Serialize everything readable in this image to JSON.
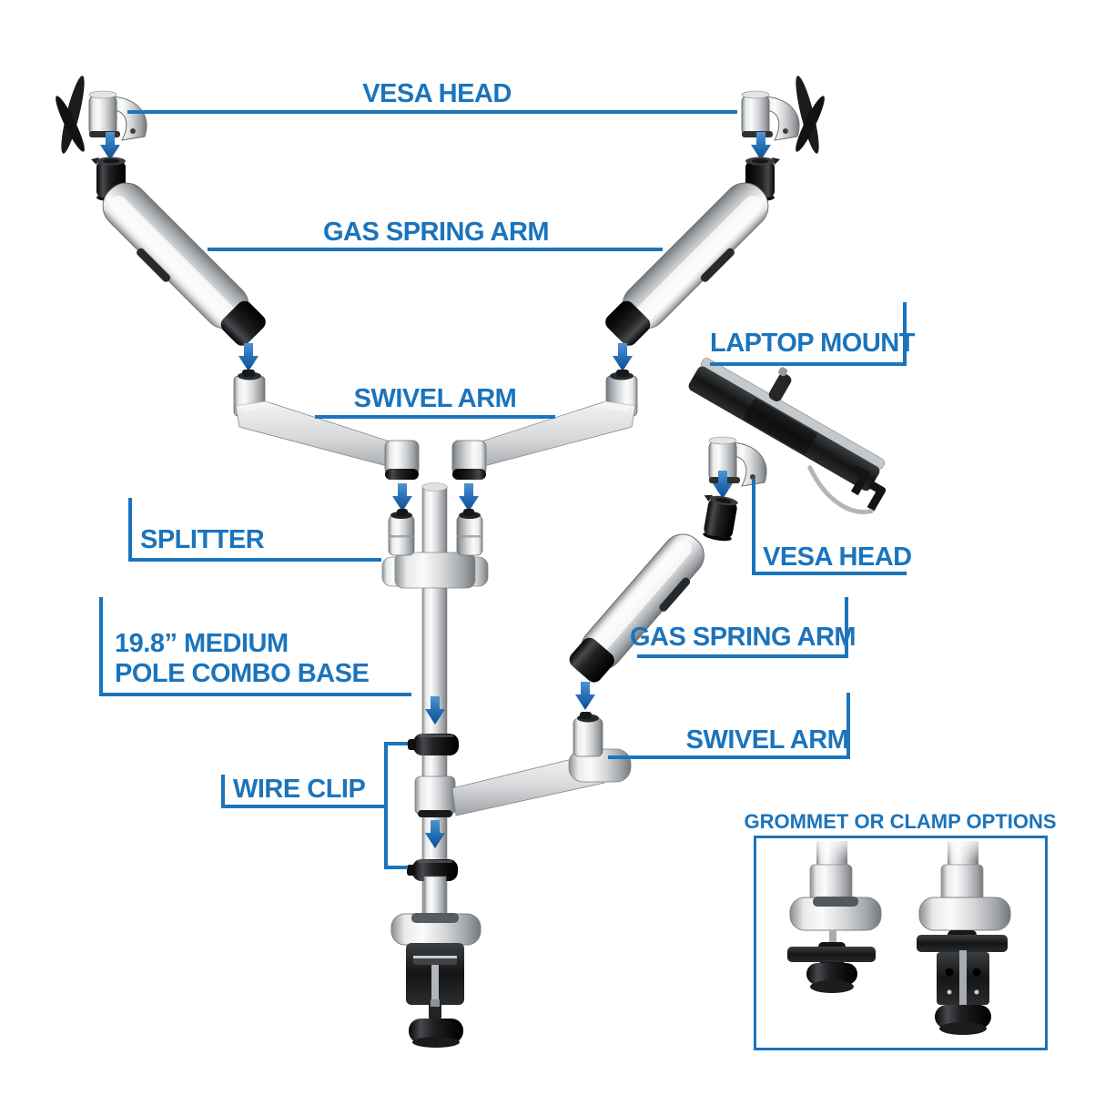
{
  "colors": {
    "background": "#ffffff",
    "label_blue": "#1b74bc",
    "pointer_line_blue": "#1b74bc",
    "arrow_gradient_top": "#4e95d4",
    "arrow_gradient_bottom": "#0d4d95",
    "metal_light": "#fafbfb",
    "metal_dark": "#75787b",
    "hardware_black": "#121314"
  },
  "labels": {
    "main_assembly": {
      "vesa_head": "VESA HEAD",
      "gas_spring_arm": "GAS SPRING ARM",
      "swivel_arm": "SWIVEL ARM",
      "splitter": "SPLITTER",
      "pole_combo_base_line1": "19.8” MEDIUM",
      "pole_combo_base_line2": "POLE COMBO BASE",
      "wire_clip": "WIRE CLIP"
    },
    "laptop_assembly": {
      "laptop_mount": "LAPTOP MOUNT",
      "vesa_head": "VESA HEAD",
      "gas_spring_arm": "GAS SPRING ARM",
      "swivel_arm": "SWIVEL ARM"
    },
    "options_panel": {
      "title": "GROMMET OR CLAMP OPTIONS"
    }
  }
}
